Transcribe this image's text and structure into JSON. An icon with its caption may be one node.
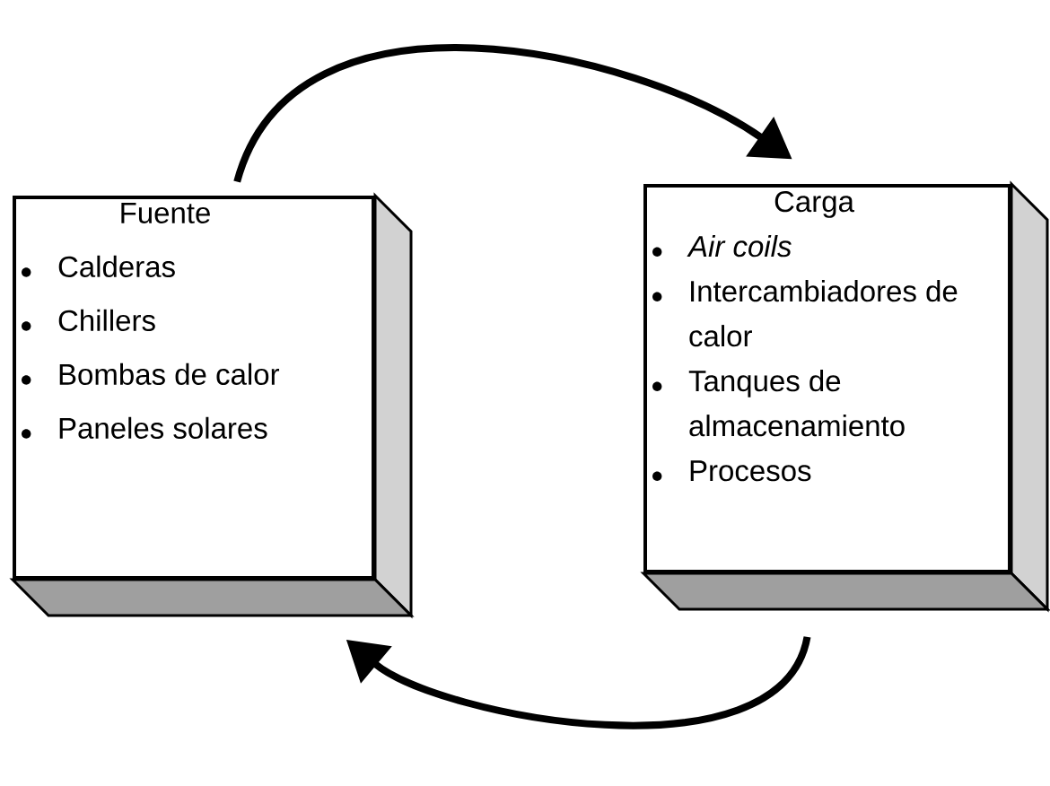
{
  "diagram": {
    "nodes": [
      {
        "text": [
          "Fuente",
          "Calderas",
          "Chillers",
          "Bombas de calor",
          "Paneles solares"
        ]
      },
      {
        "text": [
          "Carga",
          "Air coils",
          "Intercambiadores de calor",
          "Tanques de almacenamiento",
          "Procesos"
        ]
      }
    ],
    "edges": [
      {
        "from": 0,
        "to": 1,
        "arrow": "to"
      },
      {
        "from": 1,
        "to": 0,
        "arrow": "to"
      }
    ]
  }
}
